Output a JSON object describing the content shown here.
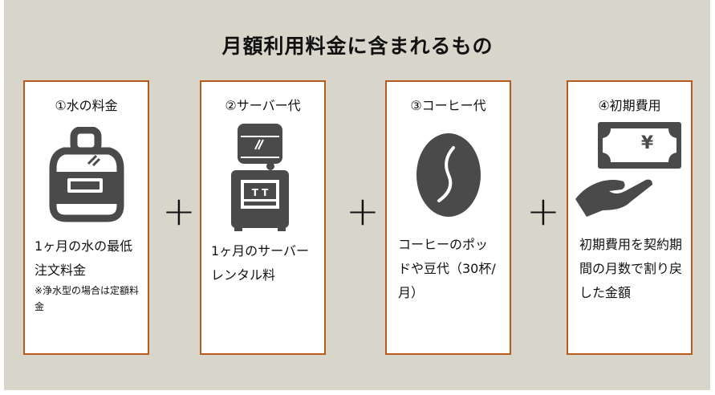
{
  "title": "月額利用料金に含まれるもの",
  "plus_symbol": "+",
  "colors": {
    "background": "#d8d6cb",
    "box_border": "#b85a1a",
    "icon": "#4a4a4a"
  },
  "items": [
    {
      "heading": "①水の料金",
      "icon": "water-bottle-icon",
      "description": "1ヶ月の水の最低注文料金",
      "note": "※浄水型の場合は定額料金"
    },
    {
      "heading": "②サーバー代",
      "icon": "water-server-icon",
      "description": "1ヶ月のサーバーレンタル料"
    },
    {
      "heading": "③コーヒー代",
      "icon": "coffee-bean-icon",
      "description": "コーヒーのポッドや豆代（30杯/月）"
    },
    {
      "heading": "④初期費用",
      "icon": "money-hand-icon",
      "icon_text": "¥",
      "description": "初期費用を契約期間の月数で割り戻した金額"
    }
  ]
}
